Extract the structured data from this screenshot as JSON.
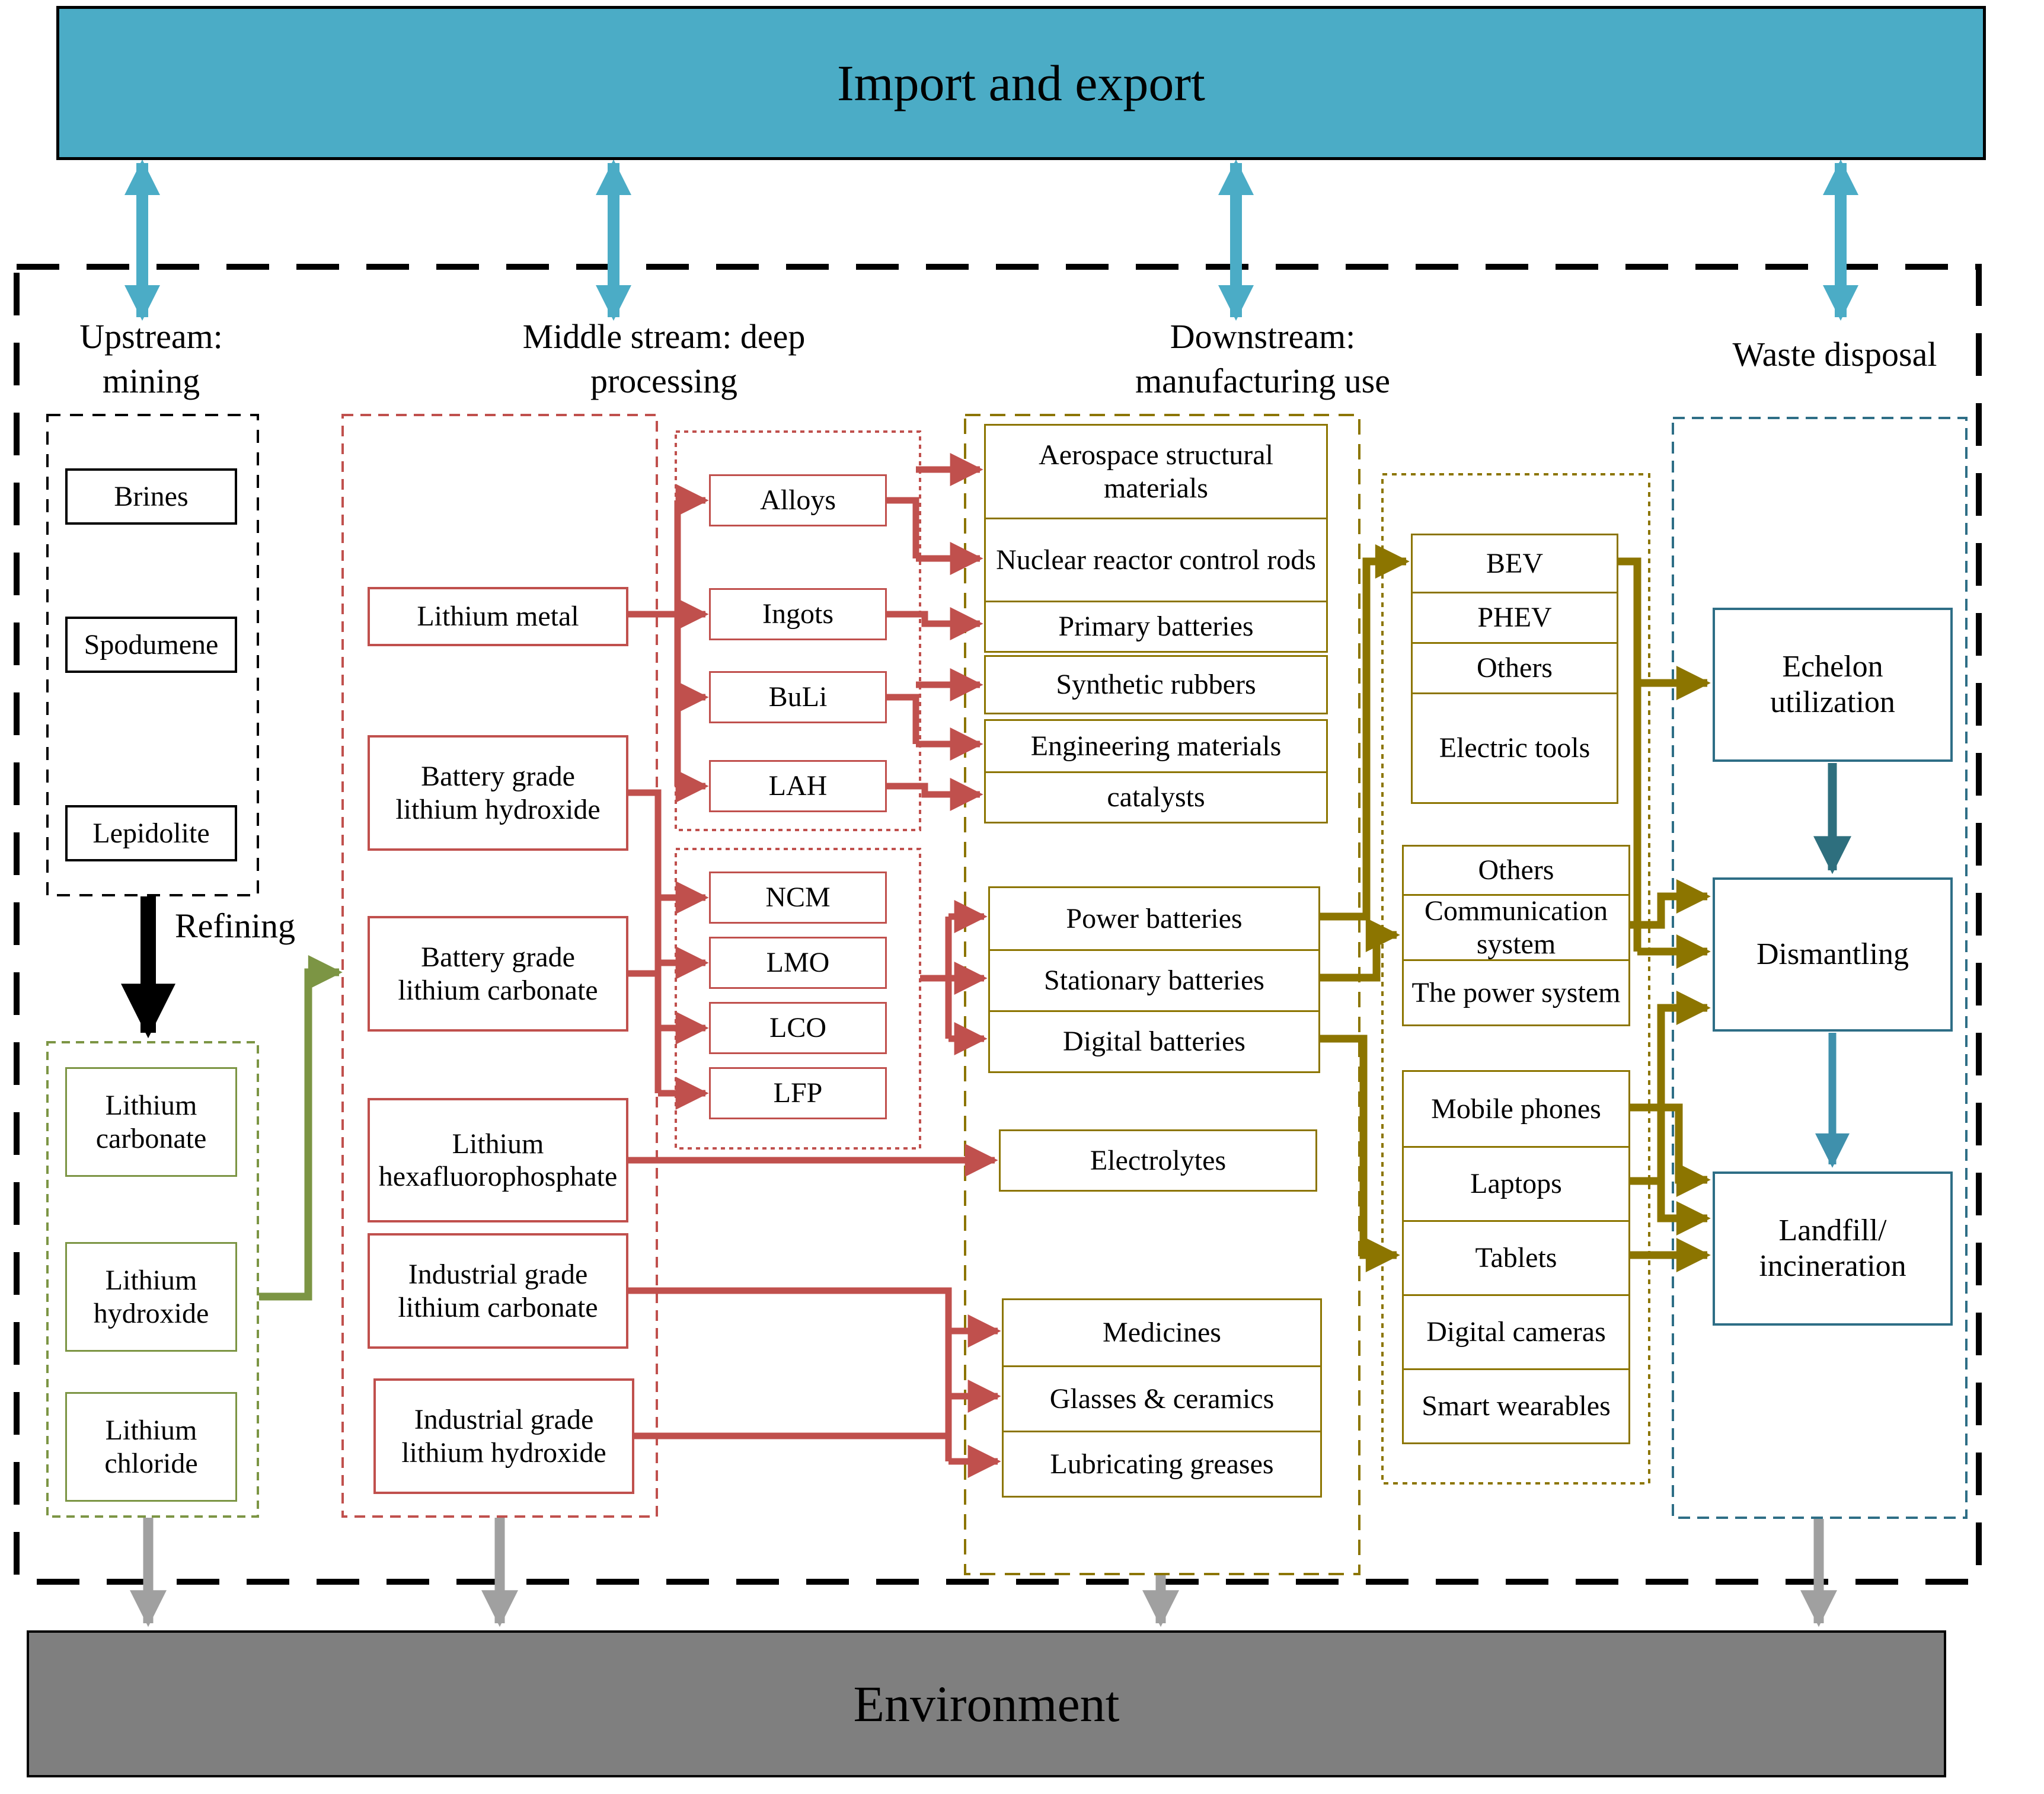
{
  "top_bar": {
    "label": "Import and export"
  },
  "bottom_bar": {
    "label": "Environment"
  },
  "headers": {
    "upstream_l1": "Upstream:",
    "upstream_l2": "mining",
    "middle_l1": "Middle stream: deep",
    "middle_l2": "processing",
    "downstream_l1": "Downstream:",
    "downstream_l2": "manufacturing use",
    "waste": "Waste disposal"
  },
  "upstream": {
    "ores": [
      "Brines",
      "Spodumene",
      "Lepidolite"
    ],
    "refining_label": "Refining",
    "refined": [
      "Lithium carbonate",
      "Lithium hydroxide",
      "Lithium chloride"
    ]
  },
  "middle": {
    "products": [
      "Lithium metal",
      "Battery grade lithium hydroxide",
      "Battery grade lithium carbonate",
      "Lithium hexafluorophosphate",
      "Industrial grade lithium carbonate",
      "Industrial grade lithium hydroxide"
    ],
    "metal_products": [
      "Alloys",
      "Ingots",
      "BuLi",
      "LAH"
    ],
    "cathode_materials": [
      "NCM",
      "LMO",
      "LCO",
      "LFP"
    ]
  },
  "downstream": {
    "applications": [
      "Aerospace structural materials",
      "Nuclear reactor control rods",
      "Primary batteries",
      "Synthetic rubbers",
      "Engineering materials",
      "catalysts"
    ],
    "batteries": [
      "Power batteries",
      "Stationary batteries",
      "Digital batteries"
    ],
    "electrolytes": "Electrolytes",
    "chemical_products": [
      "Medicines",
      "Glasses & ceramics",
      "Lubricating greases"
    ],
    "ev_market": [
      "BEV",
      "PHEV",
      "Others",
      "Electric tools"
    ],
    "system_market": [
      "Others",
      "Communication system",
      "The power system"
    ],
    "consumer_devices": [
      "Mobile phones",
      "Laptops",
      "Tablets",
      "Digital cameras",
      "Smart wearables"
    ]
  },
  "waste": {
    "stages": [
      "Echelon utilization",
      "Dismantling",
      "Landfill/ incineration"
    ]
  },
  "colors": {
    "import_export_fill": "#4BACC6",
    "environment_fill": "#7F7F7F",
    "cyan_arrow": "#4BACC6",
    "gray_arrow": "#A0A0A0",
    "red": "#C0504D",
    "green": "#7C9544",
    "olive": "#8C7500",
    "teal_box_border": "#2E6E86",
    "teal_arrow_dark": "#2E6F7E",
    "teal_arrow_light": "#3F90AC",
    "black": "#000000"
  }
}
